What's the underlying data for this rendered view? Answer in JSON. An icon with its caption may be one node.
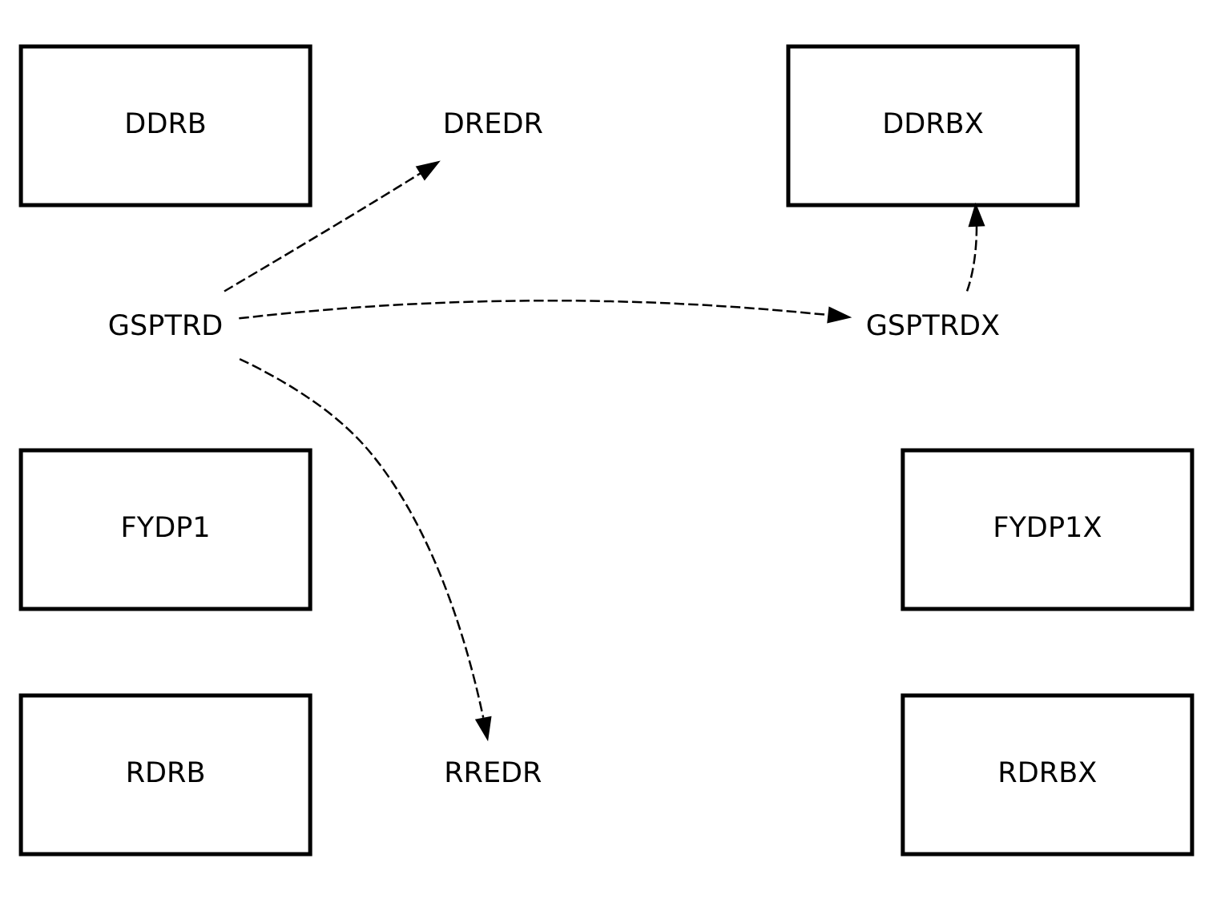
{
  "diagram": {
    "nodes": [
      {
        "text": [
          "DDRB"
        ]
      },
      {
        "text": [
          "DREDR"
        ]
      },
      {
        "text": [
          "DDRBX"
        ]
      },
      {
        "text": [
          "GSPTRD"
        ]
      },
      {
        "text": [
          "GSPTRDX"
        ]
      },
      {
        "text": [
          "FYDP1"
        ]
      },
      {
        "text": [
          "FYDP1X"
        ]
      },
      {
        "text": [
          "RDRB"
        ]
      },
      {
        "text": [
          "RREDR"
        ]
      },
      {
        "text": [
          "RDRBX"
        ]
      }
    ],
    "edges": [
      {
        "from": 3,
        "to": 1,
        "arrow": "to",
        "style": "dashed"
      },
      {
        "from": 3,
        "to": 4,
        "arrow": "to",
        "style": "dashed"
      },
      {
        "from": 3,
        "to": 8,
        "arrow": "to",
        "style": "dashed"
      },
      {
        "from": 4,
        "to": 2,
        "arrow": "to",
        "style": "dashed"
      }
    ]
  }
}
